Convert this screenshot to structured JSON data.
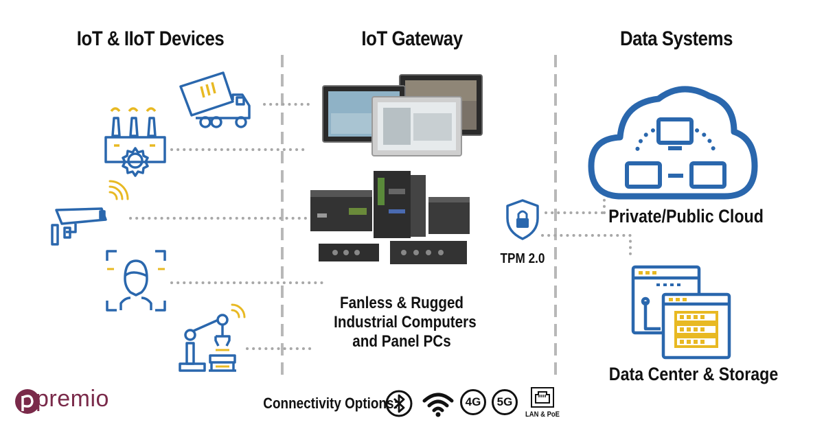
{
  "headings": {
    "devices": "IoT & IIoT Devices",
    "gateway": "IoT Gateway",
    "data_systems": "Data Systems"
  },
  "gateway": {
    "caption_line1": "Fanless & Rugged",
    "caption_line2": "Industrial Computers",
    "caption_line3": "and Panel PCs",
    "security_label": "TPM 2.0"
  },
  "data_systems": {
    "cloud_label": "Private/Public Cloud",
    "datacenter_label": "Data Center & Storage"
  },
  "connectivity": {
    "label": "Connectivity Options:",
    "options": [
      "4G",
      "5G"
    ],
    "lan_label": "LAN & PoE"
  },
  "brand": {
    "logo_text": "premio",
    "colors": {
      "accent_blue": "#2a67ad",
      "accent_yellow": "#e8b923",
      "brand_plum": "#7a2a4a",
      "divider_gray": "#b8b8b8"
    }
  },
  "icons": [
    "dump-truck-icon",
    "factory-gear-icon",
    "security-camera-icon",
    "face-recognition-icon",
    "robot-arm-icon",
    "cloud-network-icon",
    "shield-lock-icon",
    "data-center-icon",
    "bluetooth-icon",
    "wifi-icon",
    "ethernet-port-icon"
  ]
}
